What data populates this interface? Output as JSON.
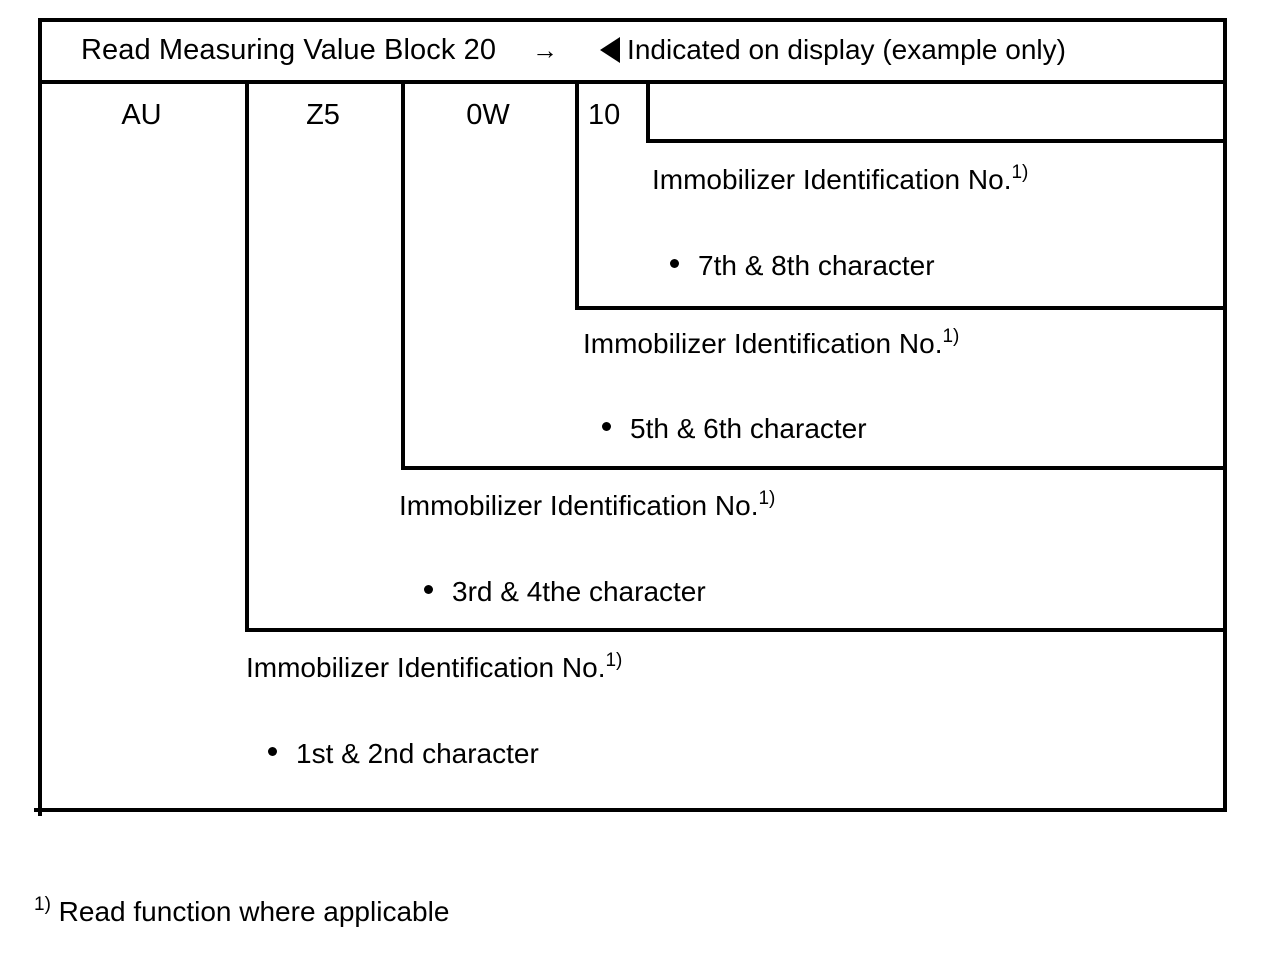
{
  "header": {
    "title": "Read Measuring Value Block 20",
    "arrow_icon": "rightwards-arrow",
    "arrow_glyph": "→",
    "pointer_icon": "left-pointing-triangle",
    "note": "Indicated on display (example only)"
  },
  "code_row": {
    "cells": [
      {
        "value": "AU",
        "align": "center"
      },
      {
        "value": "Z5",
        "align": "center"
      },
      {
        "value": "0W",
        "align": "center"
      },
      {
        "value": "10",
        "align": "left"
      }
    ]
  },
  "blocks": [
    {
      "title": "Immobilizer Identification No.",
      "footnote_marker": "1)",
      "bullet": "7th & 8th character"
    },
    {
      "title": "Immobilizer Identification No.",
      "footnote_marker": "1)",
      "bullet": "5th & 6th character"
    },
    {
      "title": "Immobilizer Identification No.",
      "footnote_marker": "1)",
      "bullet": "3rd & 4the character"
    },
    {
      "title": "Immobilizer Identification No.",
      "footnote_marker": "1)",
      "bullet": "1st & 2nd character"
    }
  ],
  "footnote": {
    "marker": "1)",
    "text": " Read function where applicable"
  },
  "colors": {
    "line": "#000000",
    "text": "#000000",
    "background": "#ffffff"
  }
}
